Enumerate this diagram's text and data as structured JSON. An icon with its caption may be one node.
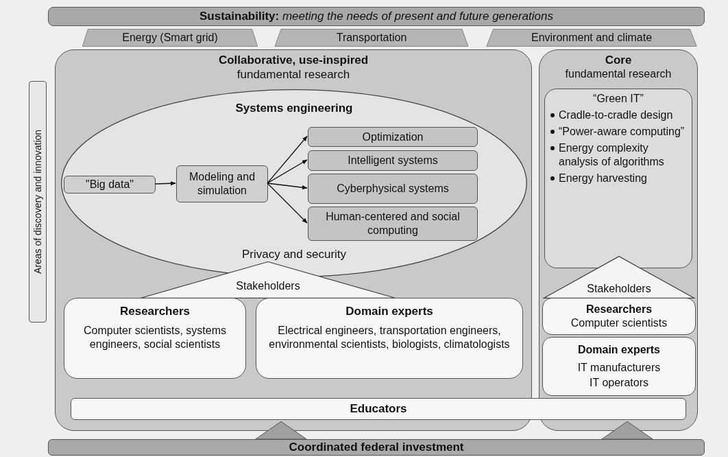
{
  "diagram": {
    "nodes": [
      {
        "text": [
          "**Sustainability:** *meeting the needs of present and future generations*"
        ]
      },
      {
        "text": [
          "Energy (Smart grid)"
        ]
      },
      {
        "text": [
          "Transportation"
        ]
      },
      {
        "text": [
          "Environment and climate"
        ]
      },
      {
        "text": [
          "Areas of discovery and innovation"
        ]
      },
      {
        "text": [
          "Collaborative, use-inspired",
          "fundamental research"
        ]
      },
      {
        "text": [
          "Systems engineering",
          "Privacy and security"
        ],
        "in": 5
      },
      {
        "text": [
          "\"Big data\""
        ],
        "in": 6
      },
      {
        "text": [
          "Modeling and simulation"
        ],
        "in": 6
      },
      {
        "text": [
          "Optimization"
        ],
        "in": 6
      },
      {
        "text": [
          "Intelligent systems"
        ],
        "in": 6
      },
      {
        "text": [
          "Cyberphysical systems"
        ],
        "in": 6
      },
      {
        "text": [
          "Human-centered and social computing"
        ],
        "in": 6
      },
      {
        "text": [
          "Stakeholders"
        ],
        "in": 5
      },
      {
        "text": [
          "Researchers",
          "Computer scientists, systems engineers, social scientists"
        ],
        "in": 5
      },
      {
        "text": [
          "Domain experts",
          "Electrical engineers, transportation engineers, environmental scientists, biologists, climatologists"
        ],
        "in": 5
      },
      {
        "text": [
          "Core",
          "fundamental research"
        ]
      },
      {
        "text": [
          "“Green IT”",
          "Cradle-to-cradle design",
          "“Power-aware computing”",
          "Energy complexity analysis of algorithms",
          "Energy harvesting"
        ],
        "in": 16
      },
      {
        "text": [
          "Stakeholders"
        ],
        "in": 16
      },
      {
        "text": [
          "Researchers",
          "Computer scientists"
        ],
        "in": 16
      },
      {
        "text": [
          "Domain experts",
          "IT manufacturers",
          "IT operators"
        ],
        "in": 16
      },
      {
        "text": [
          "Educators"
        ]
      },
      {
        "text": [
          "Coordinated federal investment"
        ]
      },
      {
        "text": [],
        "shape": "triangle"
      },
      {
        "text": [],
        "shape": "triangle"
      }
    ],
    "edges": [
      {
        "from": 7,
        "to": 8,
        "arrow": "to"
      },
      {
        "from": 8,
        "to": 9,
        "arrow": "to"
      },
      {
        "from": 8,
        "to": 10,
        "arrow": "to"
      },
      {
        "from": 8,
        "to": 11,
        "arrow": "to"
      },
      {
        "from": 8,
        "to": 12,
        "arrow": "to"
      }
    ]
  }
}
